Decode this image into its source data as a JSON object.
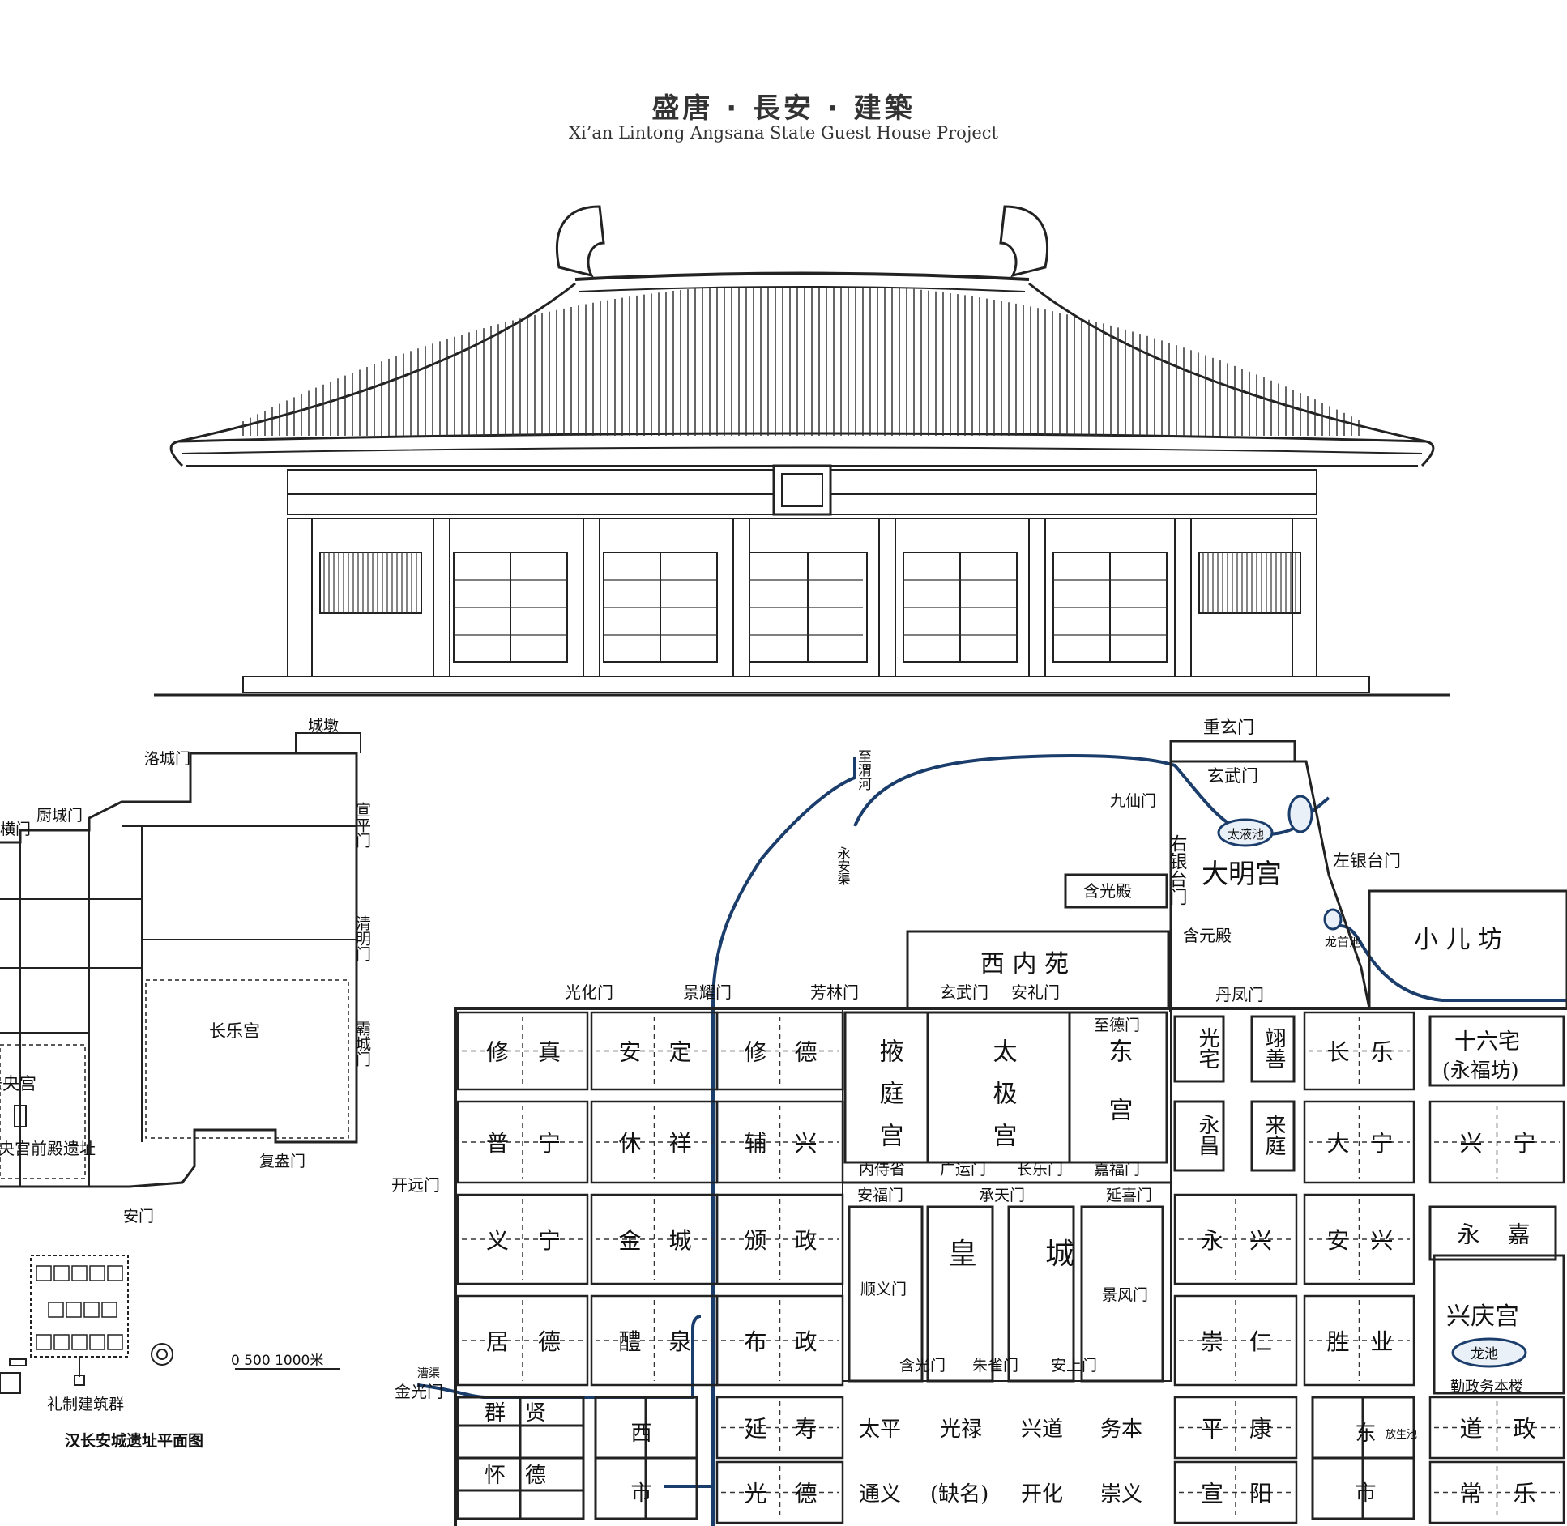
{
  "header": {
    "title": "盛唐 · 長安 · 建築",
    "subtitle": "Xi’an Lintong Angsana State Guest House Project"
  },
  "han_map": {
    "caption": "汉长安城遗址平面图",
    "ritual_label": "礼制建筑群",
    "scale_label": "0   500  1000米",
    "gates": {
      "chengwan": "城墩",
      "luocheng": "洛城门",
      "chucheng": "厨城门",
      "heng": "横门",
      "xuanping": "宣平门",
      "qingming": "清明门",
      "bacheng": "霸城门",
      "fuang": "复盎门",
      "an": "安门"
    },
    "palaces": {
      "changle": "长乐宫",
      "weiyang": "未央宫",
      "front_hall": "未央宫前殿遗址"
    }
  },
  "tang_map": {
    "top_labels": {
      "zhongxuan": "重玄门",
      "xuanwu": "玄武门",
      "jiuxian": "九仙门",
      "taiye": "太液池",
      "youyintai": "右银台门",
      "zuoyintai": "左银台门",
      "daming": "大明宫",
      "hanguang": "含光殿",
      "hanyuan": "含元殿",
      "longshou": "龙首池",
      "xiaoerfang": "小 儿 坊",
      "xineiyuan": "西 内 苑",
      "xuanwu2": "玄武门",
      "anli": "安礼门",
      "danfeng": "丹凤门",
      "guanghua": "光化门",
      "jingyao": "景耀门",
      "fanglin": "芳林门",
      "zhide": "至德门",
      "zhi_wei": "至渭河",
      "canal": "永安渠",
      "kaiyuan": "开远门",
      "jinguang": "金光门",
      "caoqu": "漕渠"
    },
    "wards": [
      {
        "a": "修",
        "b": "真"
      },
      {
        "a": "安",
        "b": "定"
      },
      {
        "a": "修",
        "b": "德"
      },
      {
        "a": "普",
        "b": "宁"
      },
      {
        "a": "休",
        "b": "祥"
      },
      {
        "a": "辅",
        "b": "兴"
      },
      {
        "a": "义",
        "b": "宁"
      },
      {
        "a": "金",
        "b": "城"
      },
      {
        "a": "颁",
        "b": "政"
      },
      {
        "a": "居",
        "b": "德"
      },
      {
        "a": "醴",
        "b": "泉"
      },
      {
        "a": "布",
        "b": "政"
      },
      {
        "a": "延",
        "b": "寿"
      },
      {
        "a": "光",
        "b": "德"
      },
      {
        "a": "长",
        "b": "乐"
      },
      {
        "a": "大",
        "b": "宁"
      },
      {
        "a": "兴",
        "b": "宁"
      },
      {
        "a": "永",
        "b": "兴"
      },
      {
        "a": "安",
        "b": "兴"
      },
      {
        "a": "崇",
        "b": "仁"
      },
      {
        "a": "胜",
        "b": "业"
      },
      {
        "a": "平",
        "b": "康"
      },
      {
        "a": "宣",
        "b": "阳"
      },
      {
        "a": "道",
        "b": "政"
      },
      {
        "a": "常",
        "b": "乐"
      },
      {
        "a": "永",
        "b": "嘉"
      }
    ],
    "palace_blocks": {
      "yeting": "掖庭宫",
      "taiji": "太极宫",
      "donggong": "东宫",
      "guangzhai": "光宅",
      "yishan": "翊善",
      "yongchang": "永昌",
      "laiting": "来庭",
      "shiliuzhai": "十六宅",
      "yongfufang": "(永福坊)",
      "xingqing": "兴庆宫",
      "longchi": "龙池",
      "qinzheng": "勤政务本楼",
      "huang": "皇",
      "cheng": "城",
      "xishi": "西市",
      "dongshi": "东市",
      "qunxian": "群贤",
      "huaide": "怀德",
      "fangshengchi": "放生池"
    },
    "inner_gates": {
      "neishisheng": "内侍省",
      "guangyun": "广运门",
      "changle_gate": "长乐门",
      "jiafu": "嘉福门",
      "anfu": "安福门",
      "chengtian": "承天门",
      "yanxi": "延喜门",
      "shunyi": "顺义门",
      "jingfeng": "景风门",
      "hanguang_gate": "含光门",
      "zhuque": "朱雀门",
      "anshang": "安上门"
    },
    "bottom_wards": {
      "taiping": "太平",
      "guanglu": "光禄",
      "xingdao": "兴道",
      "wuben": "务本",
      "tongyi": "通义",
      "queming": "(缺名)",
      "kaihua": "开化",
      "chongyi": "崇义"
    }
  },
  "colors": {
    "water": "#1a3d6b",
    "ink": "#111111"
  }
}
